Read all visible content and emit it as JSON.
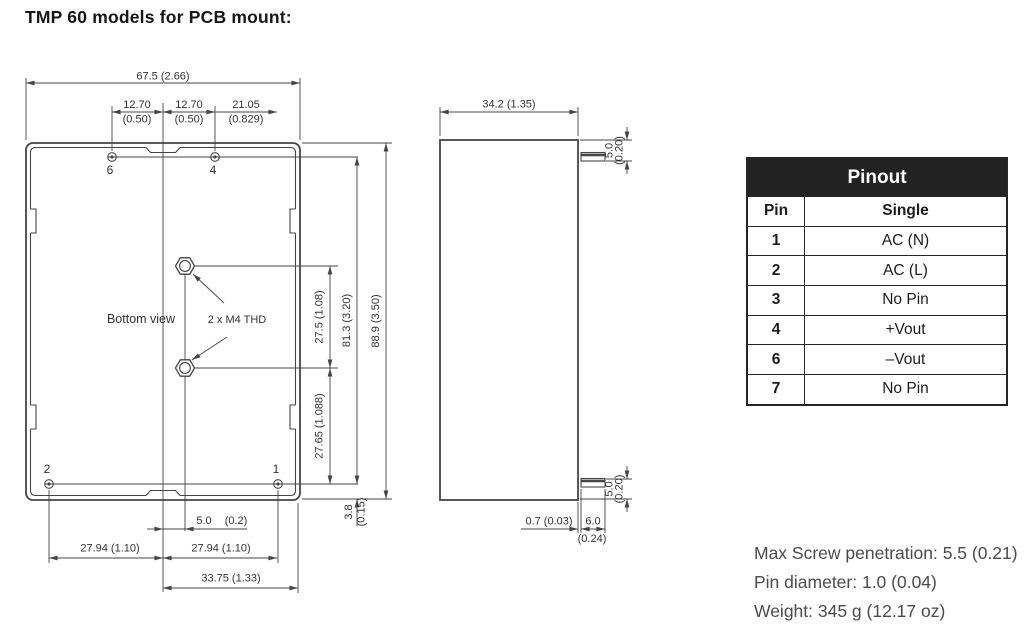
{
  "title": "TMP 60 models for PCB mount:",
  "bottom_view": {
    "label": "Bottom view",
    "thread_note": "2 x M4 THD",
    "pins": {
      "top_left": "6",
      "top_right": "4",
      "bottom_left": "2",
      "bottom_right": "1"
    },
    "dims": {
      "overall_width": "67.5 (2.66)",
      "pin6_to_center_mm": "12.70",
      "pin6_to_center_in": "(0.50)",
      "center_to_pin4_mm": "12.70",
      "center_to_pin4_in": "(0.50)",
      "pin4_to_edge_mm": "21.05",
      "pin4_to_edge_in": "(0.829)",
      "center_to_holes_mm": "5.0",
      "center_to_holes_in": "(0.2)",
      "pin2_to_center": "27.94 (1.10)",
      "center_to_pin1": "27.94 (1.10)",
      "center_to_right_edge": "33.75 (1.33)",
      "hole_spacing": "27.5 (1.08)",
      "hole_to_pin_row": "27.65 (1.088)",
      "pin_rows_span": "81.3 (3.20)",
      "overall_height": "88.9 (3.50)",
      "pin_row_to_edge_mm": "3.8",
      "pin_row_to_edge_in": "(0.15)"
    }
  },
  "side_view": {
    "dims": {
      "depth": "34.2 (1.35)",
      "top_pin_offset_mm": "5.0",
      "top_pin_offset_in": "(0.20)",
      "bottom_pin_offset_mm": "5.0",
      "bottom_pin_offset_in": "(0.20)",
      "pin_standoff": "0.7 (0.03)",
      "pin_length_mm": "6.0",
      "pin_length_in": "(0.24)"
    }
  },
  "pinout": {
    "title": "Pinout",
    "col_pin": "Pin",
    "col_single": "Single",
    "rows": [
      {
        "pin": "1",
        "single": "AC (N)"
      },
      {
        "pin": "2",
        "single": "AC (L)"
      },
      {
        "pin": "3",
        "single": "No Pin"
      },
      {
        "pin": "4",
        "single": "+Vout"
      },
      {
        "pin": "6",
        "single": "–Vout"
      },
      {
        "pin": "7",
        "single": "No Pin"
      }
    ]
  },
  "notes": {
    "lines": [
      "Max Screw penetration: 5.5 (0.21)",
      "Pin diameter: 1.0 (0.04)",
      "Weight: 345 g (12.17 oz)"
    ]
  }
}
